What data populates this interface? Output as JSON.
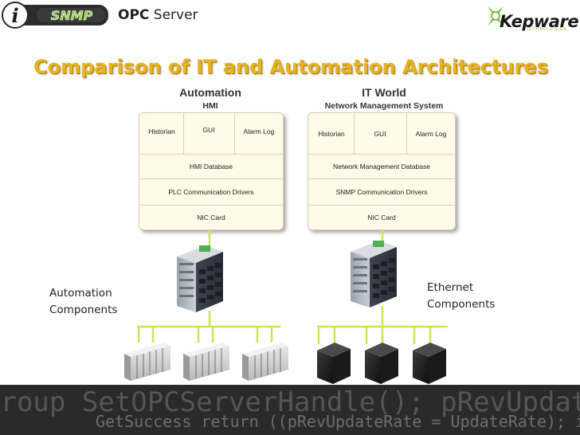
{
  "header": {
    "product_logo_text": "iSNMP",
    "product_name_bold": "OPC",
    "product_name_rest": " Server",
    "company_logo_text": "Kepware",
    "company_logo_sub": "TECHNOLOGIES"
  },
  "slide": {
    "title": "Comparison of IT and Automation Architectures"
  },
  "automation": {
    "title": "Automation",
    "subtitle": "HMI",
    "cells": {
      "historian": "Historian",
      "gui": "GUI",
      "alarm_log": "Alarm Log"
    },
    "database": "HMI Database",
    "drivers": "PLC Communication Drivers",
    "nic": "NIC Card",
    "components_label_line1": "Automation",
    "components_label_line2": "Components"
  },
  "it_world": {
    "title": "IT World",
    "subtitle": "Network Management System",
    "cells": {
      "historian": "Historian",
      "gui": "GUI",
      "alarm_log": "Alarm Log"
    },
    "database": "Network Management Database",
    "drivers": "SNMP Communication Drivers",
    "nic": "NIC Card",
    "components_label_line1": "Ethernet",
    "components_label_line2": "Components"
  },
  "banner": {
    "line1": "Group  SetOPCServerHandle();  pRevUpdateRate",
    "line2": "GetSuccess return ((pRevUpdateRate = UpdateRate);  ioCCo"
  },
  "colors": {
    "title": "#e6b422",
    "network_line": "#c8e65a",
    "box_fill": "#fffbe8",
    "banner_bg": "#2a2a2a"
  },
  "icons": {
    "switch": "ethernet-switch-icon",
    "plc": "plc-rack-icon",
    "io": "io-module-icon"
  }
}
